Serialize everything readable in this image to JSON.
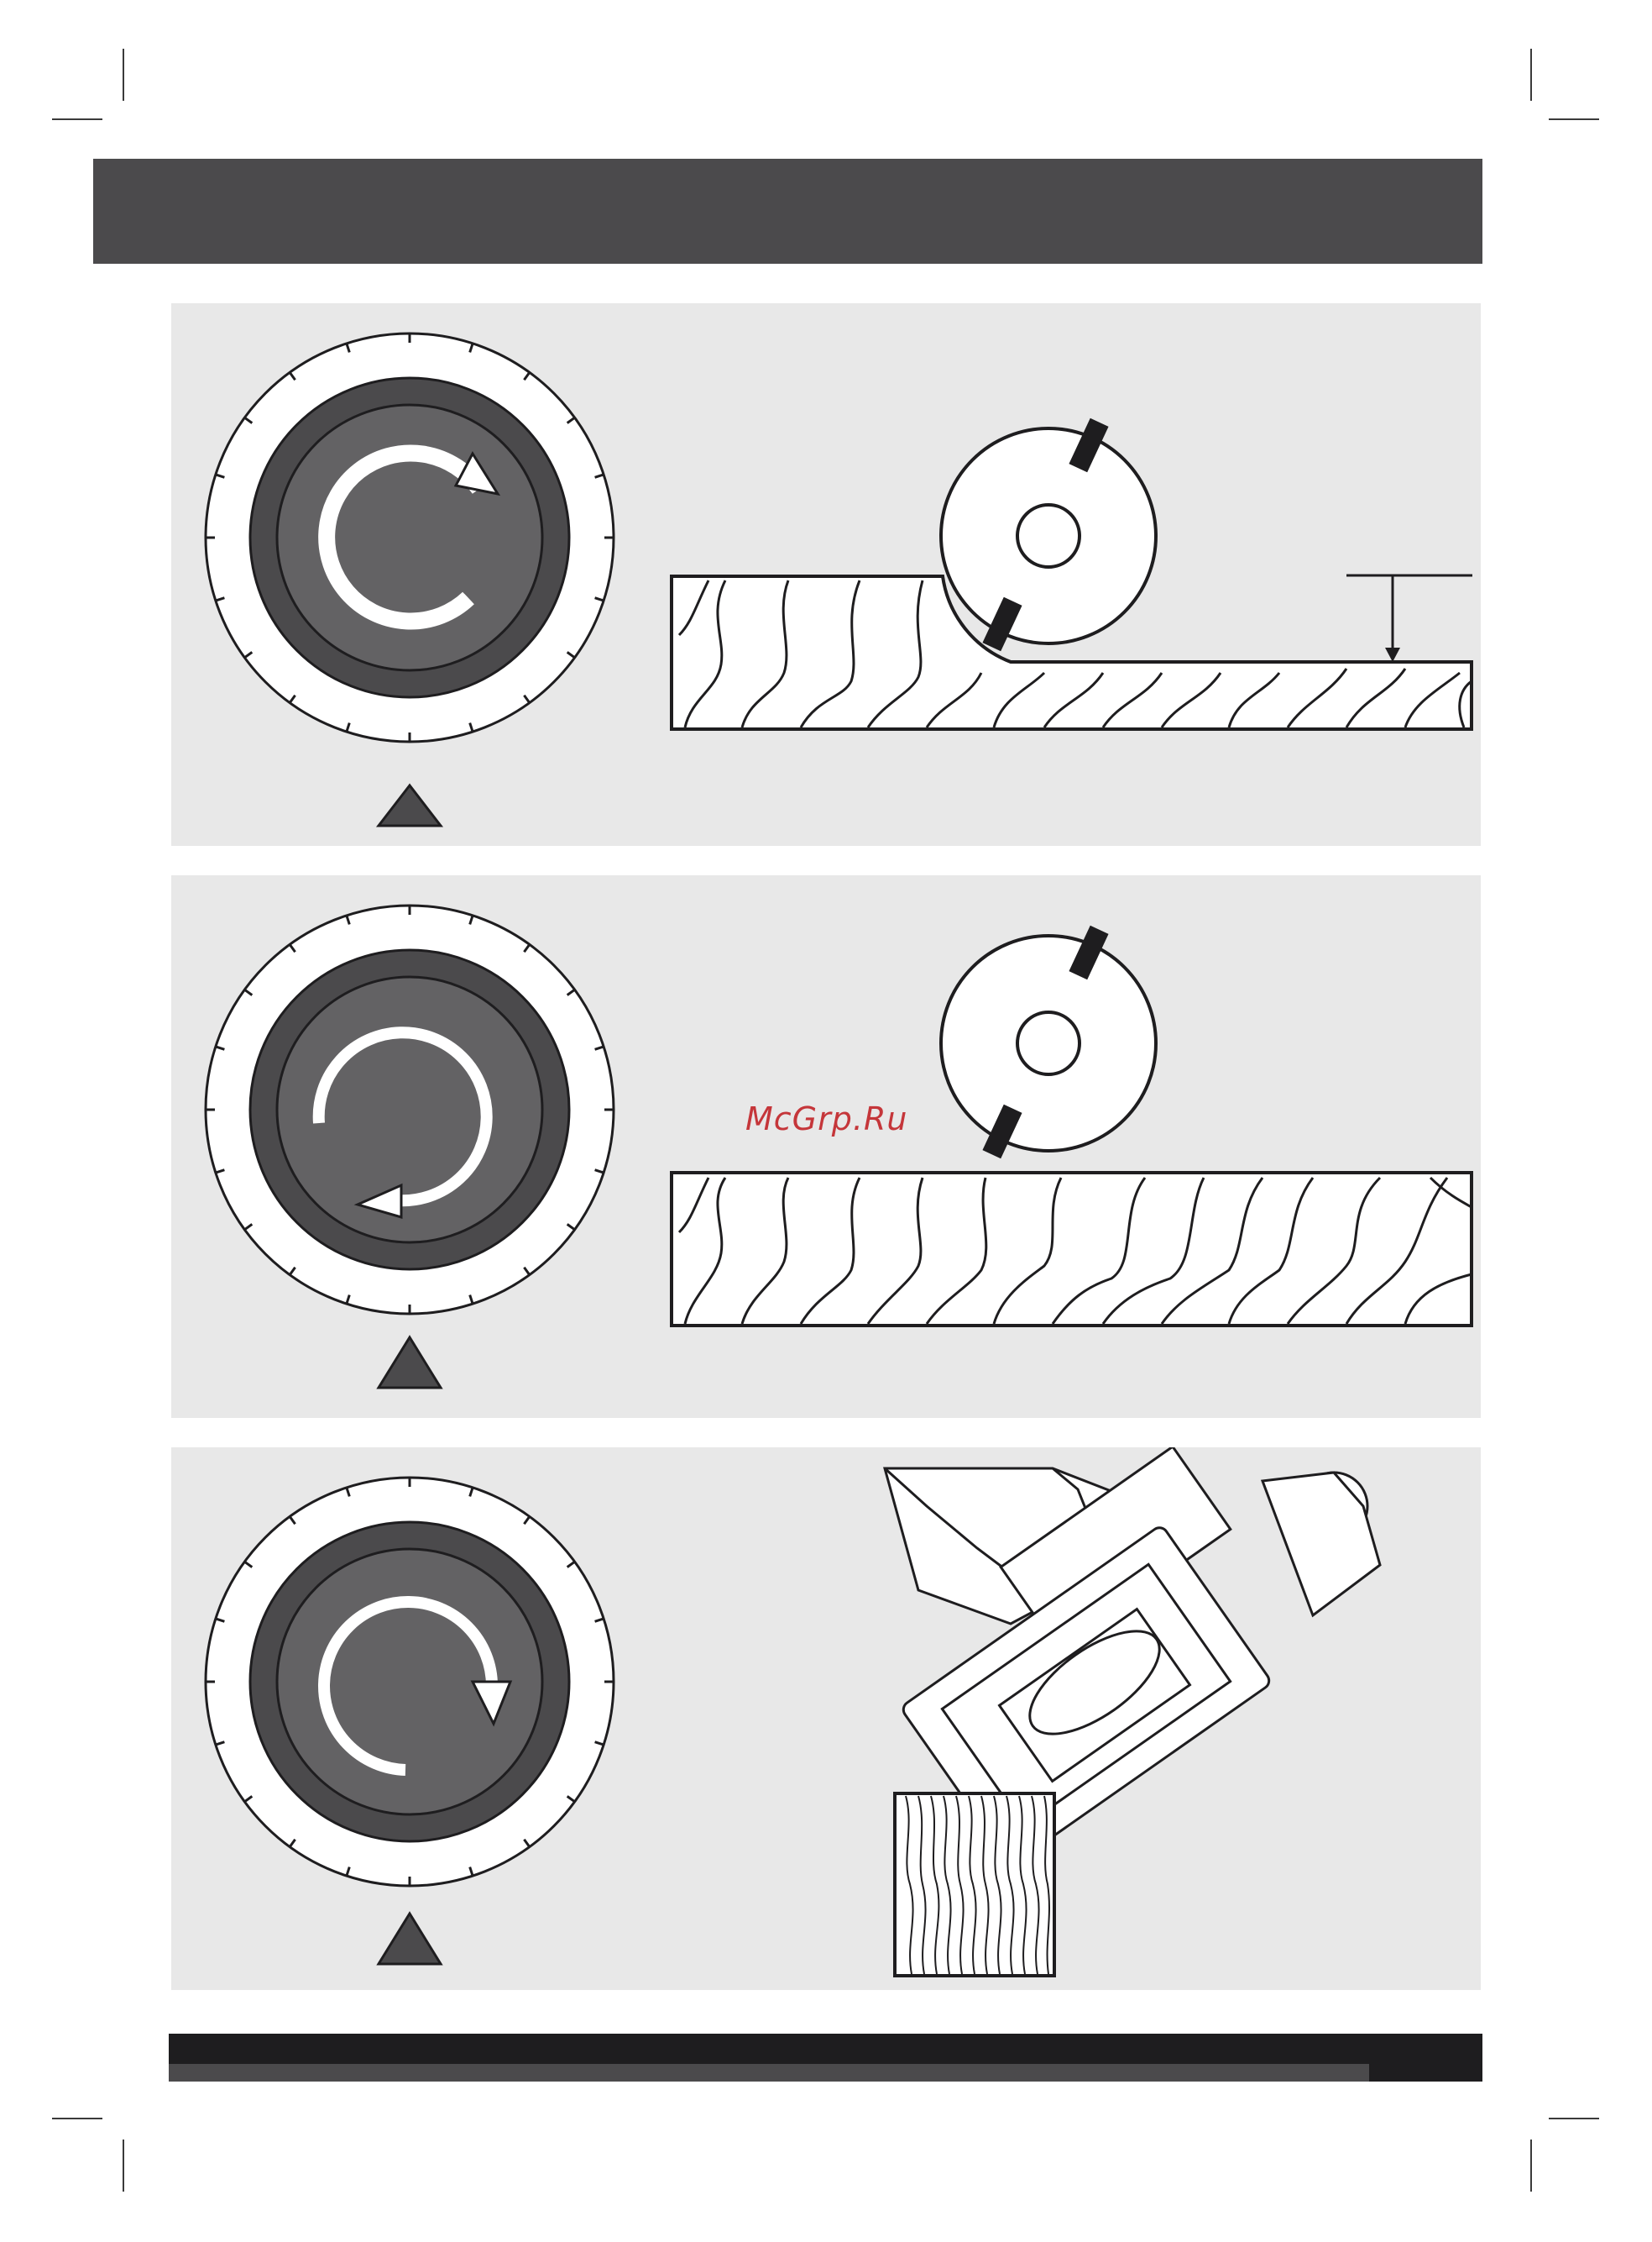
{
  "page": {
    "banner_color": "#4b4a4c",
    "panel_color": "#e8e8e8",
    "footer_color": "#1e1d1f",
    "watermark_text": "McGrp.Ru",
    "watermark_color": "#c5363a"
  },
  "panels": [
    {
      "name": "dial-clockwise-panel",
      "arrow_direction": "clockwise",
      "cutter_icon": "router-bit-icon",
      "workpiece": "grained-board-with-rebate"
    },
    {
      "name": "dial-counterclockwise-panel",
      "arrow_direction": "counterclockwise",
      "cutter_icon": "router-bit-icon",
      "workpiece": "grained-board"
    },
    {
      "name": "dial-clockwise-down-panel",
      "arrow_direction": "clockwise",
      "cutter_icon": "router-tool-icon",
      "workpiece": "wood-block"
    }
  ]
}
